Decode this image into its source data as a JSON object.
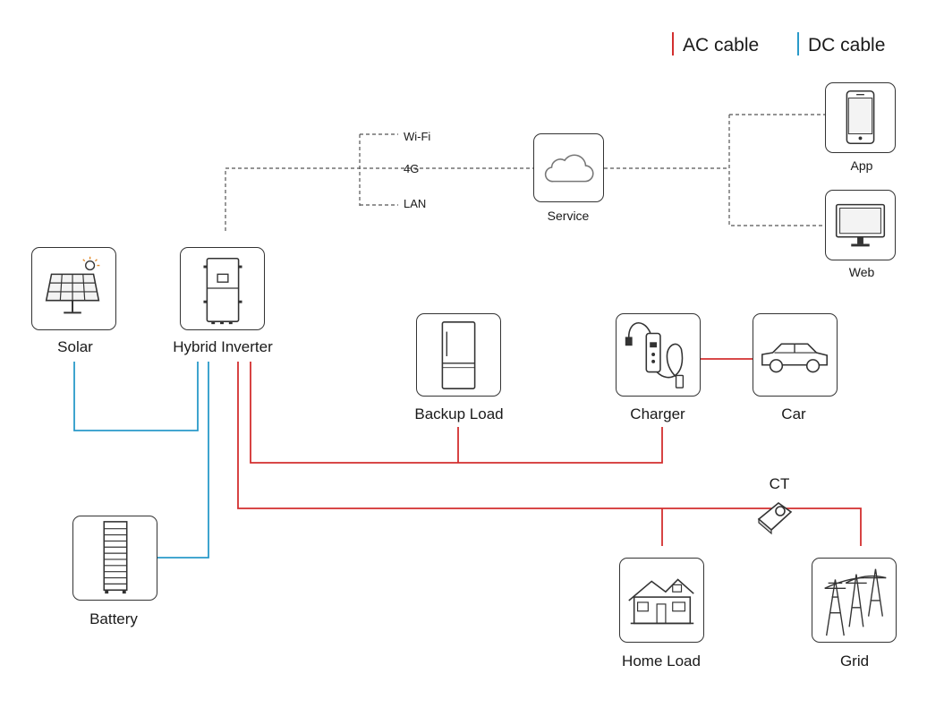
{
  "legend": {
    "ac": {
      "label": "AC cable",
      "color": "#d32f2f"
    },
    "dc": {
      "label": "DC cable",
      "color": "#2a9ac9"
    }
  },
  "network": {
    "wifi": "Wi-Fi",
    "g4": "4G",
    "lan": "LAN"
  },
  "nodes": {
    "service": {
      "label": "Service",
      "icon": "cloud-icon"
    },
    "app": {
      "label": "App",
      "icon": "smartphone-icon"
    },
    "web": {
      "label": "Web",
      "icon": "monitor-icon"
    },
    "solar": {
      "label": "Solar",
      "icon": "solar-panel-icon"
    },
    "inverter": {
      "label": "Hybrid Inverter",
      "icon": "inverter-icon"
    },
    "backup": {
      "label": "Backup Load",
      "icon": "refrigerator-icon"
    },
    "charger": {
      "label": "Charger",
      "icon": "ev-charger-icon"
    },
    "car": {
      "label": "Car",
      "icon": "car-icon"
    },
    "battery": {
      "label": "Battery",
      "icon": "battery-rack-icon"
    },
    "ct": {
      "label": "CT",
      "icon": "current-transformer-icon"
    },
    "home": {
      "label": "Home Load",
      "icon": "house-icon"
    },
    "grid": {
      "label": "Grid",
      "icon": "power-tower-icon"
    }
  },
  "style": {
    "line_color": "#333333",
    "dash_color": "#555555"
  }
}
